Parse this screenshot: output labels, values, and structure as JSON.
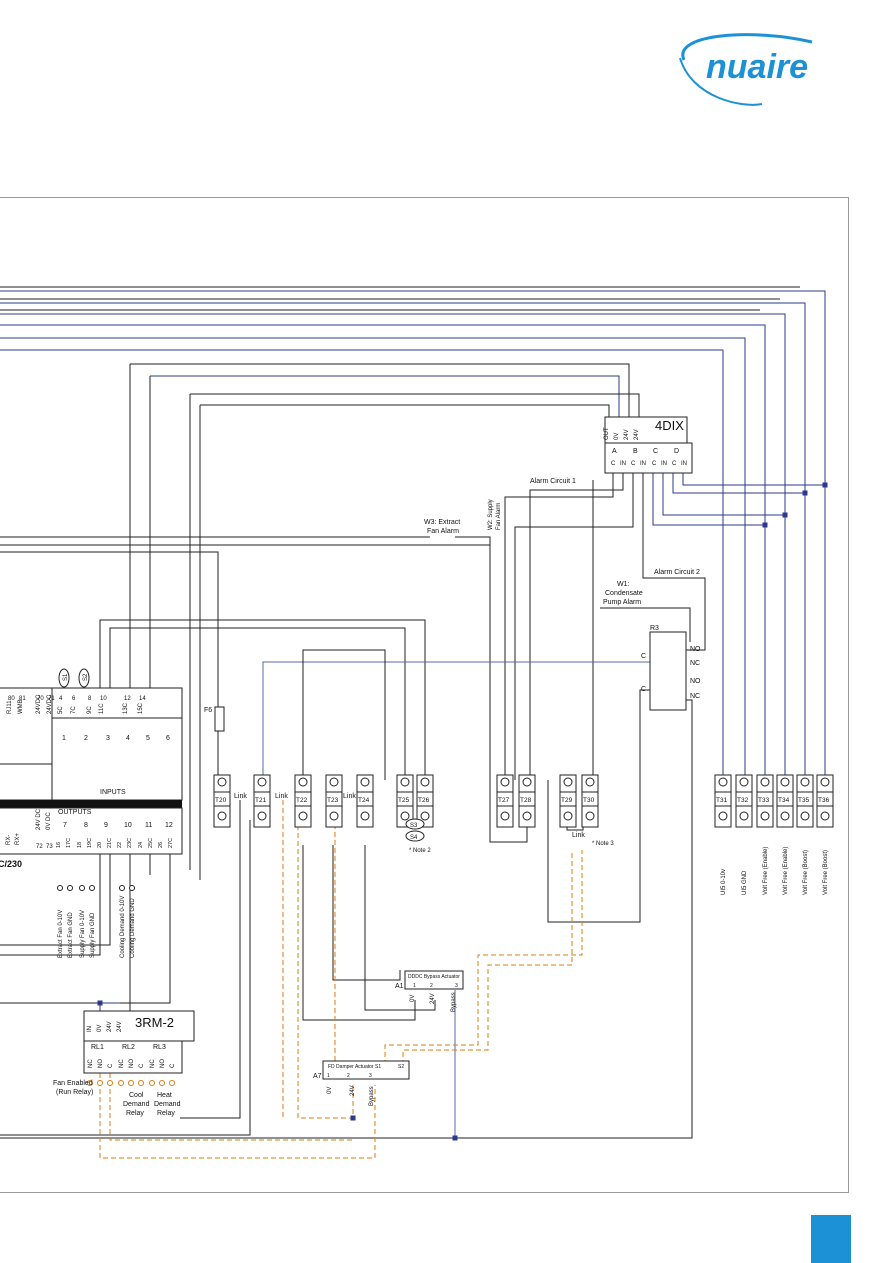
{
  "brand": {
    "logo_text": "nuaire",
    "accent": "#1d91d6"
  },
  "colors": {
    "signal": "#2b3a8c",
    "low_voltage": "#e07b12",
    "border": "#9a9a9a",
    "wire": "#222222"
  },
  "modules": {
    "dix": {
      "title": "4DIX",
      "outputs": [
        "OUT",
        "0V",
        "24V",
        "24V"
      ],
      "channels": [
        "A",
        "B",
        "C",
        "D"
      ],
      "pins": [
        "C",
        "IN",
        "C",
        "IN",
        "C",
        "IN",
        "C",
        "IN"
      ]
    },
    "rm": {
      "title": "3RM-2",
      "top_pins": [
        "IN",
        "0V",
        "24V",
        "24V"
      ],
      "relays": [
        "RL1",
        "RL2",
        "RL3"
      ],
      "relay_pins": [
        "NC",
        "NO",
        "C",
        "NC",
        "NO",
        "C",
        "NC",
        "NO",
        "C"
      ]
    },
    "controller": {
      "inputs_title": "INPUTS",
      "outputs_title": "OUTPUTS",
      "model_suffix": "C/230",
      "top_labels": [
        "RJ11",
        "WMB",
        "24VDC",
        "24VDC",
        "5C",
        "7C",
        "9C",
        "11C",
        "13C",
        "15C"
      ],
      "top_numbers": [
        "80",
        "81",
        "70",
        "71",
        "4",
        "6",
        "8",
        "10",
        "12",
        "14"
      ],
      "input_numbers": [
        "1",
        "2",
        "3",
        "4",
        "5",
        "6"
      ],
      "left_labels": [
        "RX-",
        "RX+"
      ],
      "out_supply": [
        "24V DC",
        "0V DC"
      ],
      "out_supply_terms": [
        "72",
        "73"
      ],
      "output_numbers": [
        "7",
        "8",
        "9",
        "10",
        "11",
        "12"
      ],
      "output_terms": [
        "16",
        "17C",
        "18",
        "19C",
        "20",
        "21C",
        "22",
        "23C",
        "24",
        "25C",
        "26",
        "27C"
      ]
    },
    "r3": {
      "label": "R3",
      "contacts": [
        "NO",
        "NC",
        "NO",
        "NC"
      ],
      "common": [
        "C",
        "C"
      ]
    },
    "fuse": {
      "label": "F6"
    },
    "a1": {
      "label": "A1",
      "title": "DDDC Bypass Actuator",
      "pins": [
        "1",
        "2",
        "3"
      ],
      "wires": [
        "0V",
        "24V",
        "Bypass"
      ]
    },
    "a7": {
      "label": "A7",
      "title": "FD Damper Actuator",
      "pins": [
        "1",
        "2",
        "3",
        "S1",
        "S2"
      ],
      "wires": [
        "0V",
        "24V",
        "Bypass"
      ]
    }
  },
  "terminals": [
    "T20",
    "T21",
    "T22",
    "T23",
    "T24",
    "T25",
    "T26",
    "T27",
    "T28",
    "T29",
    "T30",
    "T31",
    "T32",
    "T33",
    "T34",
    "T35",
    "T36"
  ],
  "sensors": [
    "S1",
    "S2",
    "S3",
    "S4"
  ],
  "labels": {
    "link": "Link",
    "alarm1": "Alarm Circuit 1",
    "alarm2": "Alarm Circuit 2",
    "w3": [
      "W3: Extract",
      "Fan Alarm"
    ],
    "w2": [
      "W2: Supply",
      "Fan Alarm"
    ],
    "w1": [
      "W1:",
      "Condensate",
      "Pump Alarm"
    ],
    "note2": "* Note 2",
    "note3": "* Note 3",
    "fan_enabled": [
      "Fan Enabled",
      "(Run Relay)"
    ],
    "cool_relay": [
      "Cool",
      "Demand",
      "Relay"
    ],
    "heat_relay": [
      "Heat",
      "Demand",
      "Relay"
    ],
    "controller_outputs": [
      "Extract Fan 0-10V",
      "Extract Fan GND",
      "Supply Fan 0-10V",
      "Supply Fan GND",
      "Cooling Demand 0-10V",
      "Cooling Demand GND"
    ],
    "ui5": [
      "UI5 0-10v",
      "UI5 GND",
      "Volt Free (Enable)",
      "Volt Free (Enable)",
      "Volt Free (Boost)",
      "Volt Free (Boost)"
    ]
  }
}
